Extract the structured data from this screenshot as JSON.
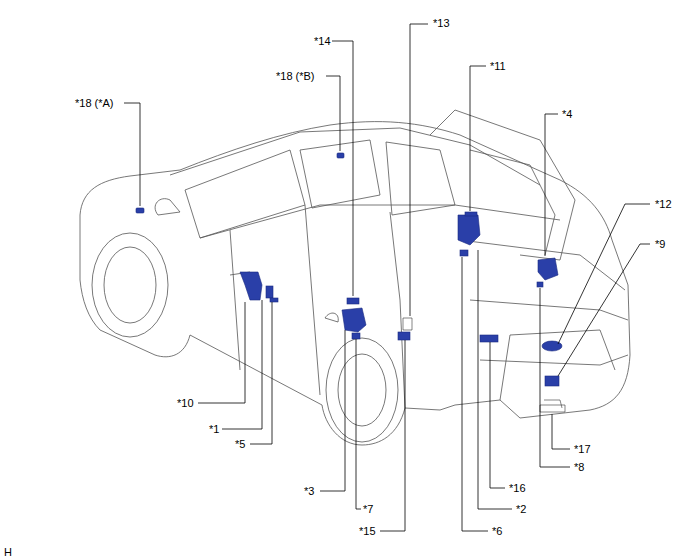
{
  "diagram": {
    "labels": [
      "*18 (*A)",
      "*14",
      "*18 (*B)",
      "*13",
      "*11",
      "*4",
      "*12",
      "*9",
      "*10",
      "*1",
      "*5",
      "*3",
      "*7",
      "*15",
      "*6",
      "*2",
      "*16",
      "*8",
      "*17",
      "H"
    ]
  }
}
